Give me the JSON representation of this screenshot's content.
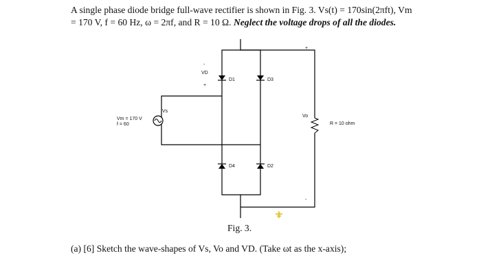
{
  "problem": {
    "line1": "A single phase diode bridge full-wave rectifier is shown in Fig. 3. Vs(t) = 170sin(2πft), Vm",
    "line2a": "= 170 V, f = 60 Hz, ω = 2πf, and R = 10 Ω.",
    "line2b": "Neglect the voltage drops of all the diodes."
  },
  "circuit": {
    "source_label": "Vs",
    "source_params": [
      "Vm = 170 V",
      "f = 60"
    ],
    "vd_label": "VD",
    "vd_minus": "-",
    "vd_plus": "+",
    "diodes": [
      "D1",
      "D3",
      "D4",
      "D2"
    ],
    "vo_label": "Vo",
    "vo_plus": "+",
    "vo_minus": "-",
    "load_label": "R = 10 ohm"
  },
  "figure_caption": "Fig. 3.",
  "question": "(a) [6] Sketch the wave-shapes of Vs, Vo and VD. (Take ωt as the x-axis);"
}
